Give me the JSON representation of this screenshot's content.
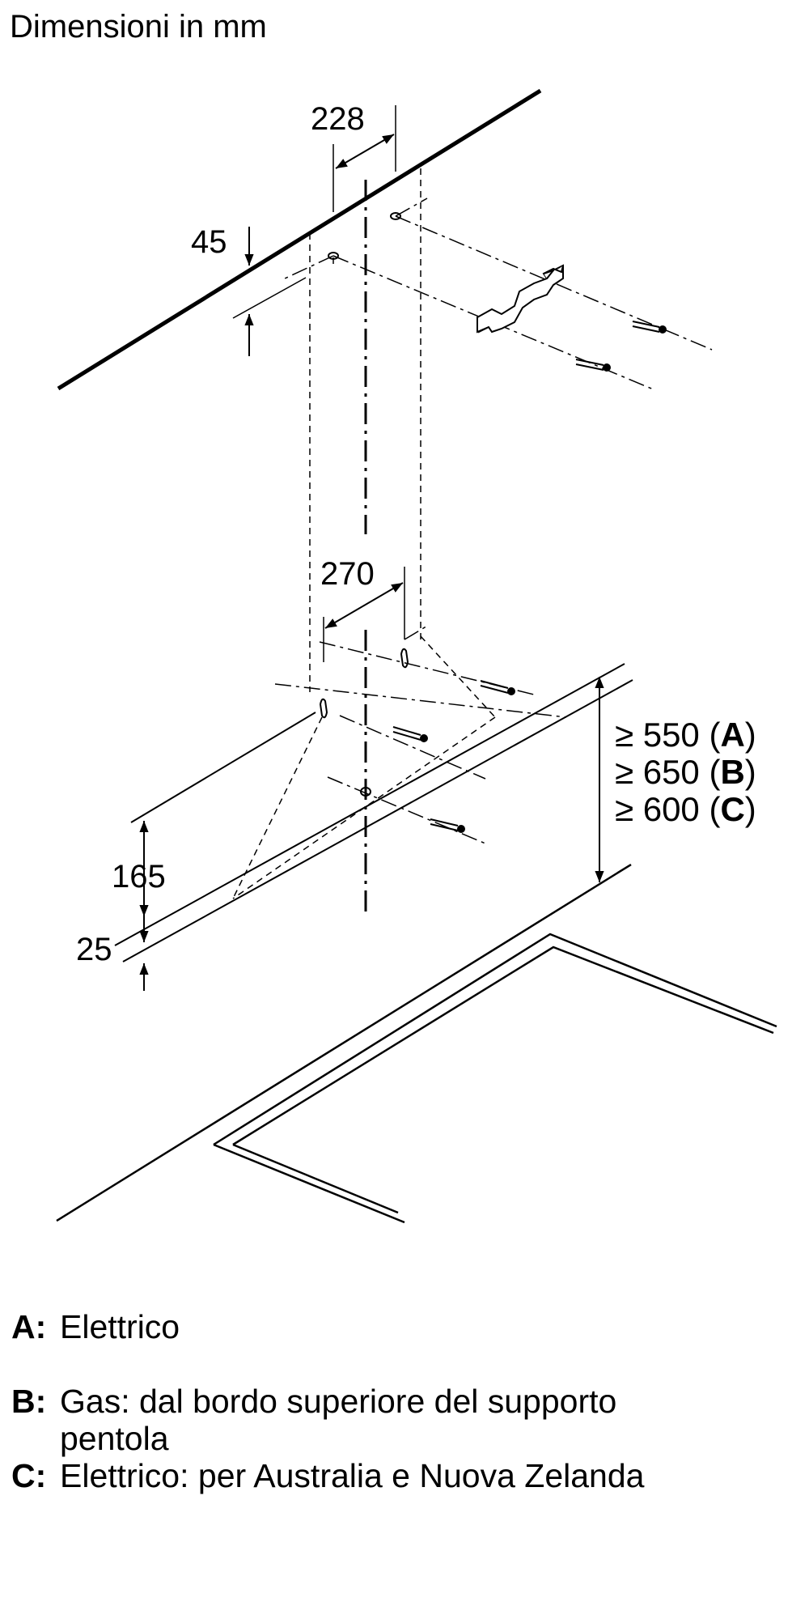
{
  "title": "Dimensioni in mm",
  "dimensions": {
    "bracket_hole_spacing": "228",
    "ceiling_offset": "45",
    "lower_hole_spacing": "270",
    "vertical_offset": "165",
    "bottom_offset": "25"
  },
  "requirements": [
    {
      "prefix": "≥ 550 (",
      "key": "A",
      "suffix": ")"
    },
    {
      "prefix": "≥ 650 (",
      "key": "B",
      "suffix": ")"
    },
    {
      "prefix": "≥ 600 (",
      "key": "C",
      "suffix": ")"
    }
  ],
  "legend": [
    {
      "key": "A:",
      "text": "Elettrico"
    },
    {
      "key": "B:",
      "text": "Gas: dal bordo superiore del supporto pentola"
    },
    {
      "key": "C:",
      "text": "Elettrico: per Australia e Nuova Zelanda"
    }
  ]
}
